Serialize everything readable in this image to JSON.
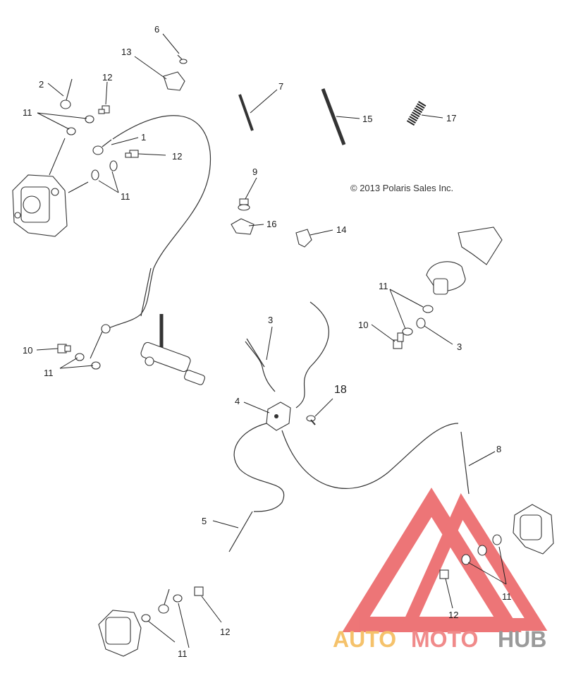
{
  "copyright": "© 2013 Polaris Sales Inc.",
  "watermark": {
    "text_auto": "AUTO",
    "text_moto": "MOTO",
    "text_hub": "HUB",
    "colors": {
      "auto": "#f5c26b",
      "moto": "#f08a8a",
      "hub": "#9a9a9a",
      "triangle": "#e8484a"
    }
  },
  "callouts": {
    "c1": "1",
    "c2": "2",
    "c3a": "3",
    "c3b": "3",
    "c4": "4",
    "c5": "5",
    "c6": "6",
    "c7": "7",
    "c8": "8",
    "c9": "9",
    "c10a": "10",
    "c10b": "10",
    "c11a": "11",
    "c11b": "11",
    "c11c": "11",
    "c11d": "11",
    "c11e": "11",
    "c11f": "11",
    "c12a": "12",
    "c12b": "12",
    "c12c": "12",
    "c12d": "12",
    "c13": "13",
    "c14": "14",
    "c15": "15",
    "c16": "16",
    "c17": "17",
    "c18": "18"
  }
}
